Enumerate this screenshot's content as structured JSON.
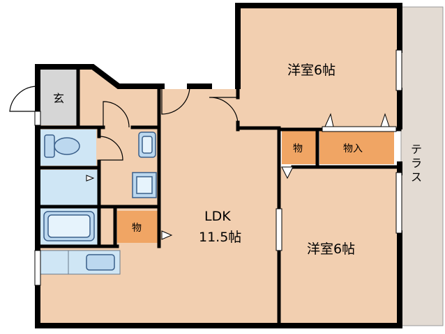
{
  "rooms": {
    "western_room_top": "洋室6帖",
    "western_room_bottom": "洋室6帖",
    "ldk_name": "LDK",
    "ldk_size": "11.5帖",
    "entrance": "玄",
    "storage_small_right": "物",
    "storage_closet": "物入",
    "storage_ldk": "物",
    "terrace": "テラス"
  },
  "colors": {
    "floor": "#f2cfb0",
    "storage": "#f0a564",
    "wet_area": "#cfe6f5",
    "entrance_floor": "#d6d6d6",
    "terrace": "#e3dbd3",
    "wall": "#000000"
  }
}
